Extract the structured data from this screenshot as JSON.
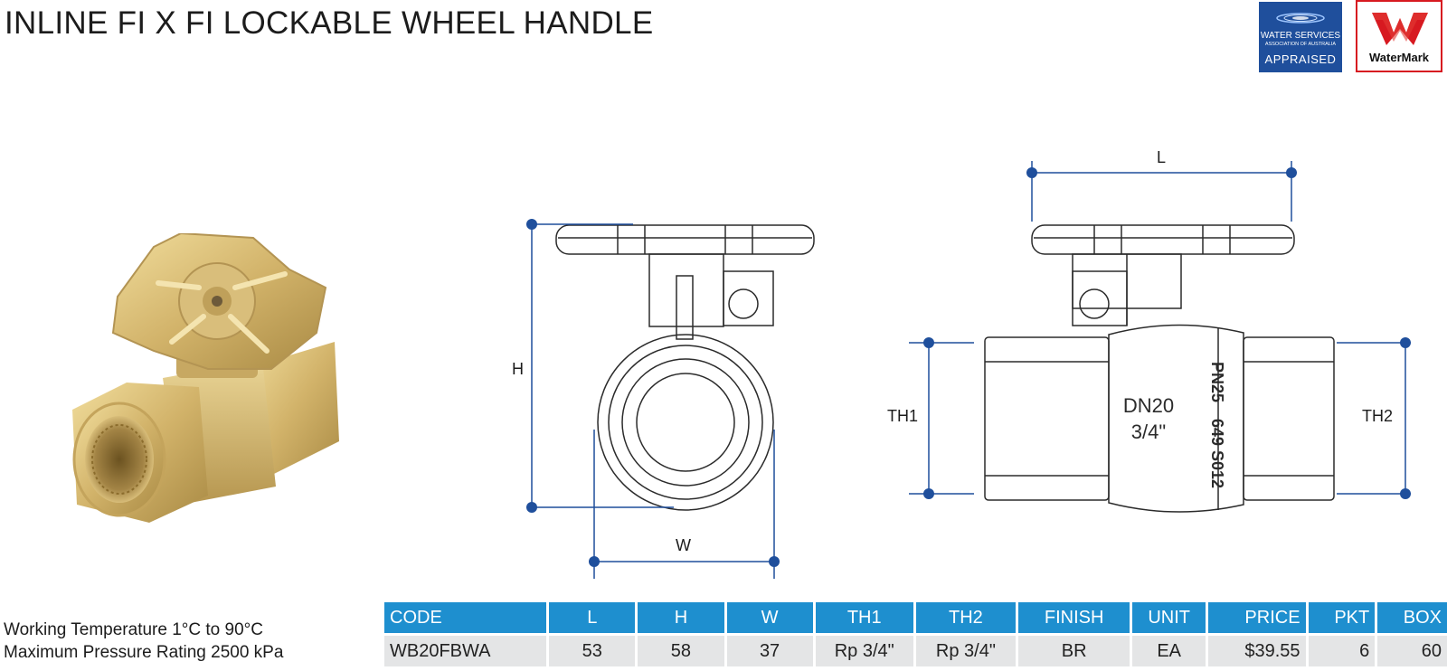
{
  "title": "INLINE FI X FI LOCKABLE WHEEL HANDLE",
  "badges": {
    "wsaa": {
      "line1": "WATER SERVICES",
      "line2": "ASSOCIATION OF AUSTRALIA",
      "line3": "APPRAISED"
    },
    "watermark": {
      "label": "WaterMark"
    }
  },
  "photo": {
    "icon": "brass-ball-valve-photo"
  },
  "drawing": {
    "front_labels": {
      "h": "H",
      "w": "W"
    },
    "side_labels": {
      "l": "L",
      "th1": "TH1",
      "th2": "TH2"
    },
    "body_marks": {
      "size": "DN20",
      "thread": "3/4\"",
      "rating": "PN25",
      "std": "649 S012"
    },
    "dimension_color": "#1f4f9c"
  },
  "specs": {
    "temperature_label": "Working Temperature",
    "temperature_value": "1°C to 90°C",
    "pressure_label": "Maximum Pressure Rating",
    "pressure_value": "2500 kPa"
  },
  "table": {
    "header_color": "#1e8fcf",
    "headers": [
      "CODE",
      "L",
      "H",
      "W",
      "TH1",
      "TH2",
      "FINISH",
      "UNIT",
      "PRICE",
      "PKT",
      "BOX"
    ],
    "rows": [
      [
        "WB20FBWA",
        "53",
        "58",
        "37",
        "Rp 3/4\"",
        "Rp 3/4\"",
        "BR",
        "EA",
        "$39.55",
        "6",
        "60"
      ]
    ]
  }
}
